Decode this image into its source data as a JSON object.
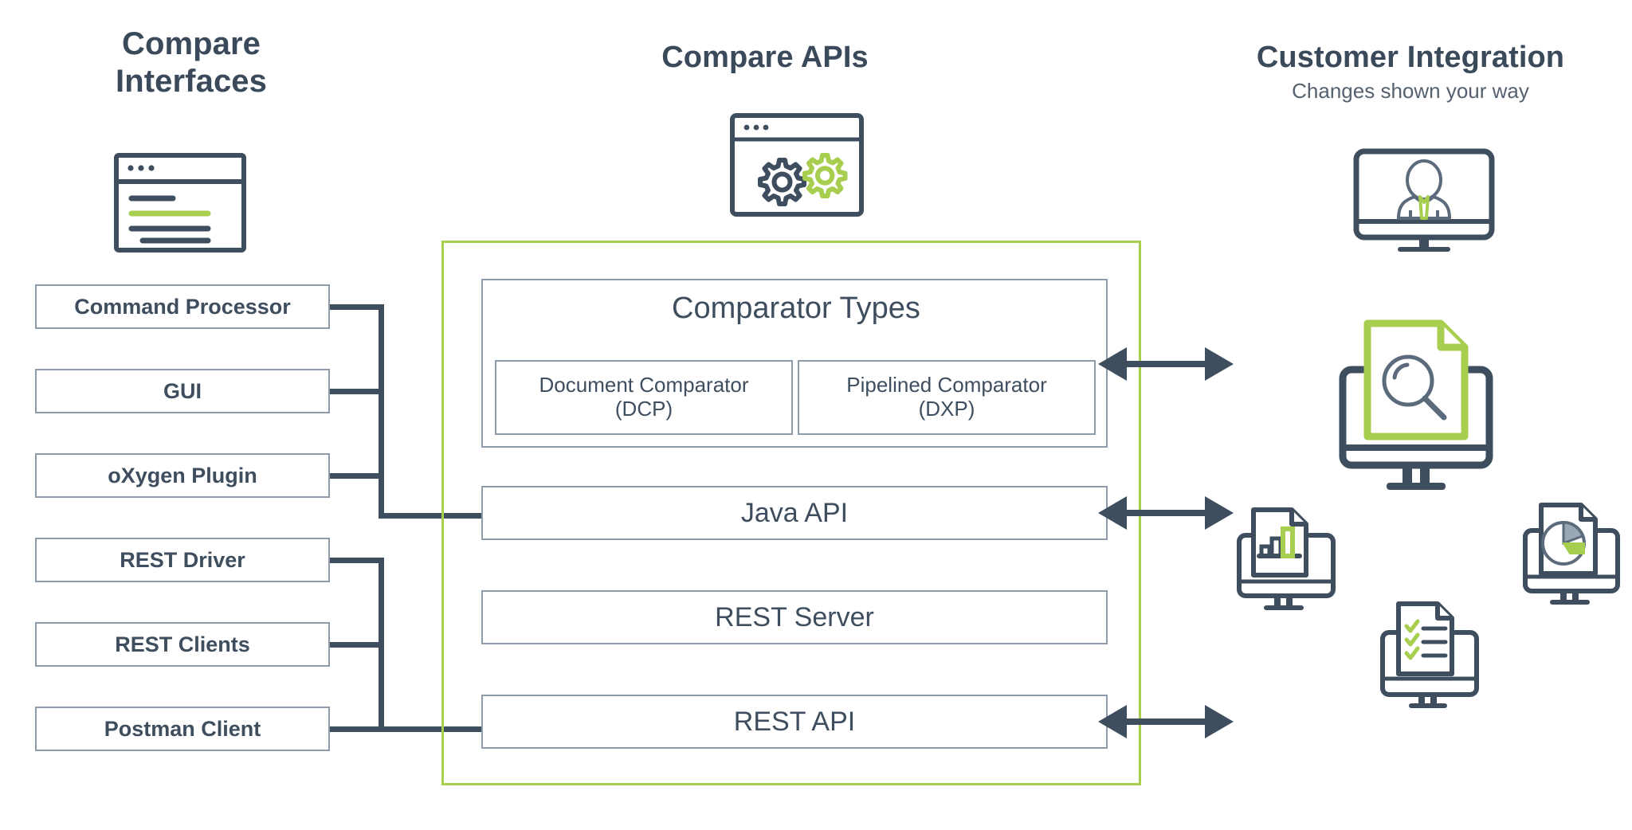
{
  "columns": {
    "left": {
      "title": "Compare\nInterfaces",
      "title_line1": "Compare",
      "title_line2": "Interfaces"
    },
    "center": {
      "title": "Compare APIs"
    },
    "right": {
      "title": "Customer Integration",
      "subtitle": "Changes shown your way"
    }
  },
  "interfaces": [
    {
      "label": "Command Processor"
    },
    {
      "label": "GUI"
    },
    {
      "label": "oXygen Plugin"
    },
    {
      "label": "REST Driver"
    },
    {
      "label": "REST Clients"
    },
    {
      "label": "Postman Client"
    }
  ],
  "comparator_group": {
    "title": "Comparator Types",
    "items": [
      {
        "line1": "Document Comparator",
        "line2": "(DCP)"
      },
      {
        "line1": "Pipelined Comparator",
        "line2": "(DXP)"
      }
    ]
  },
  "api_layers": [
    {
      "label": "Java API"
    },
    {
      "label": "REST Server"
    },
    {
      "label": "REST API"
    }
  ],
  "icons": {
    "left_window": "browser-window-icon",
    "center_gears": "gears-window-icon",
    "right_person": "monitor-person-icon",
    "right_search_doc": "monitor-document-search-icon",
    "right_bar_chart": "monitor-bar-chart-doc-icon",
    "right_pie_chart": "monitor-pie-chart-doc-icon",
    "right_checklist": "monitor-checklist-doc-icon",
    "arrows": "double-headed-arrow-icon"
  },
  "colors": {
    "ink": "#3e4e5e",
    "box_border": "#8e9bab",
    "accent_green": "#a7ce4e",
    "background": "#ffffff"
  }
}
